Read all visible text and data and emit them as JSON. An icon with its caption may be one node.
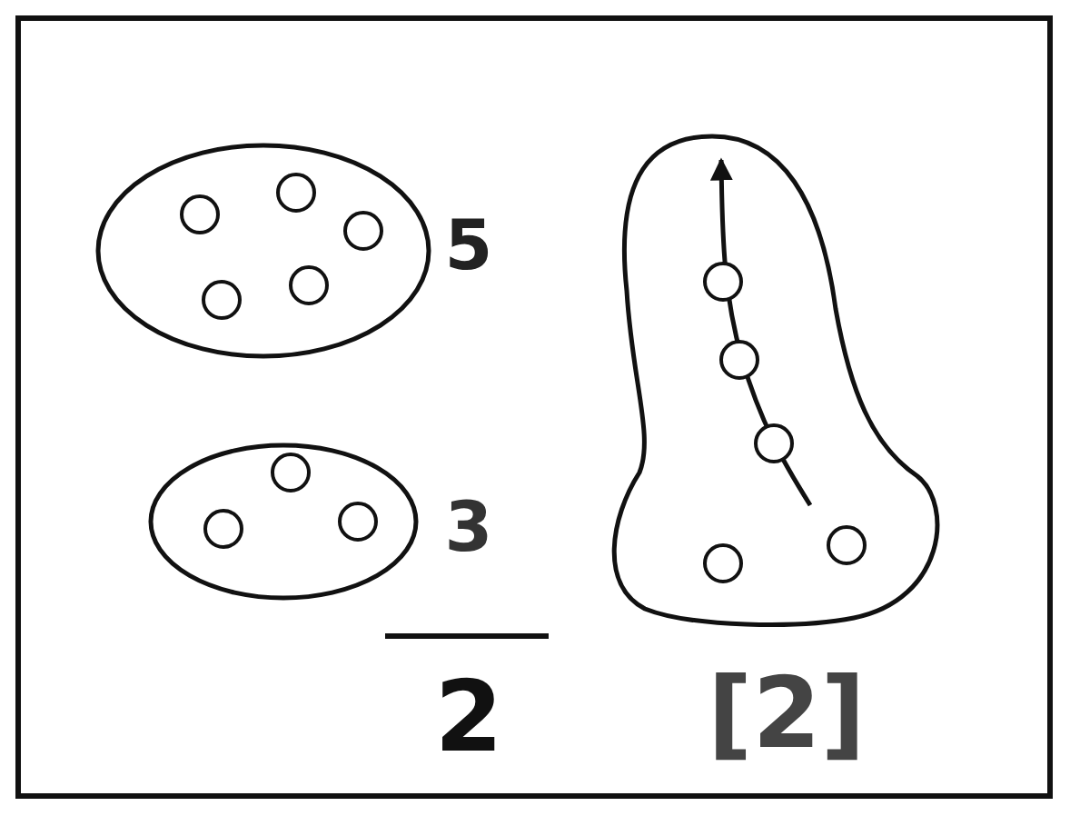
{
  "diagram": {
    "labels": [
      "5",
      "3",
      "2",
      "[2]"
    ]
  }
}
